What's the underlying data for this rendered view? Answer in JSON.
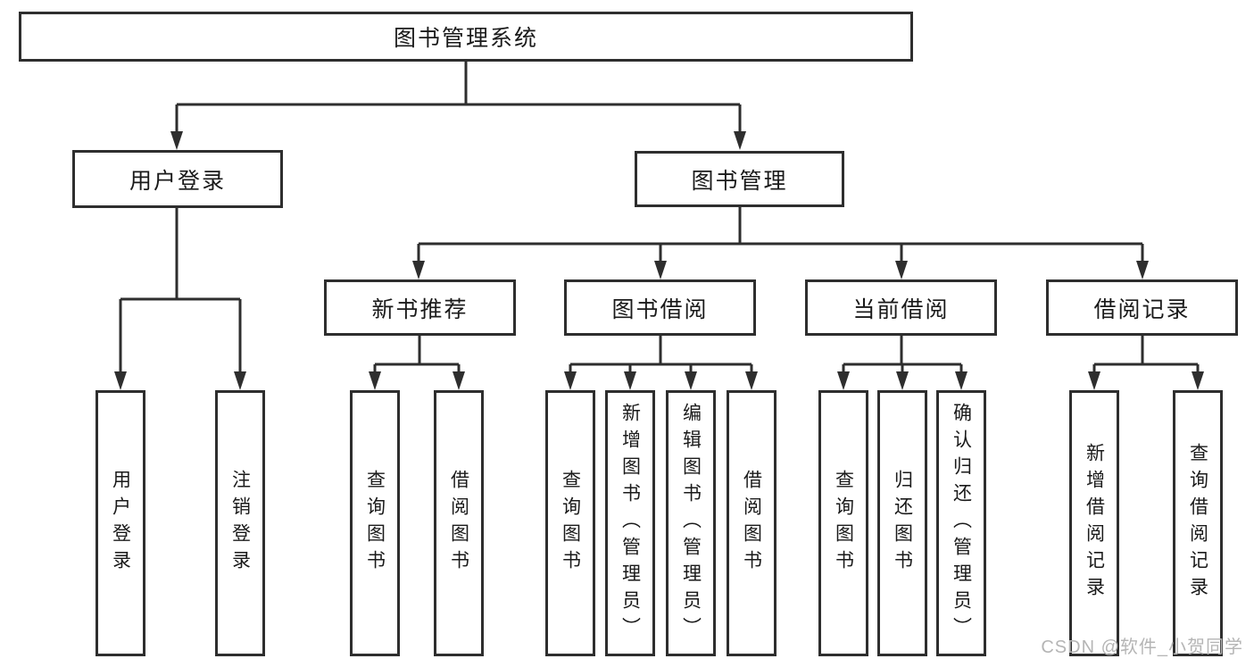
{
  "tree": {
    "root": {
      "label": "图书管理系统",
      "children": [
        {
          "label": "用户登录",
          "children": [
            {
              "label": "用户登录"
            },
            {
              "label": "注销登录"
            }
          ]
        },
        {
          "label": "图书管理",
          "children": [
            {
              "label": "新书推荐",
              "children": [
                {
                  "label": "查询图书"
                },
                {
                  "label": "借阅图书"
                }
              ]
            },
            {
              "label": "图书借阅",
              "children": [
                {
                  "label": "查询图书"
                },
                {
                  "label": "新增图书（管理员）"
                },
                {
                  "label": "编辑图书（管理员）"
                },
                {
                  "label": "借阅图书"
                }
              ]
            },
            {
              "label": "当前借阅",
              "children": [
                {
                  "label": "查询图书"
                },
                {
                  "label": "归还图书"
                },
                {
                  "label": "确认归还（管理员）"
                }
              ]
            },
            {
              "label": "借阅记录",
              "children": [
                {
                  "label": "新增借阅记录"
                },
                {
                  "label": "查询借阅记录"
                }
              ]
            }
          ]
        }
      ]
    }
  },
  "watermark": "CSDN @软件_小贺同学",
  "colors": {
    "line": "#2e2e2e",
    "text": "#1a1a1a",
    "box_background": "#ffffff",
    "watermark": "#b5b5b5"
  }
}
